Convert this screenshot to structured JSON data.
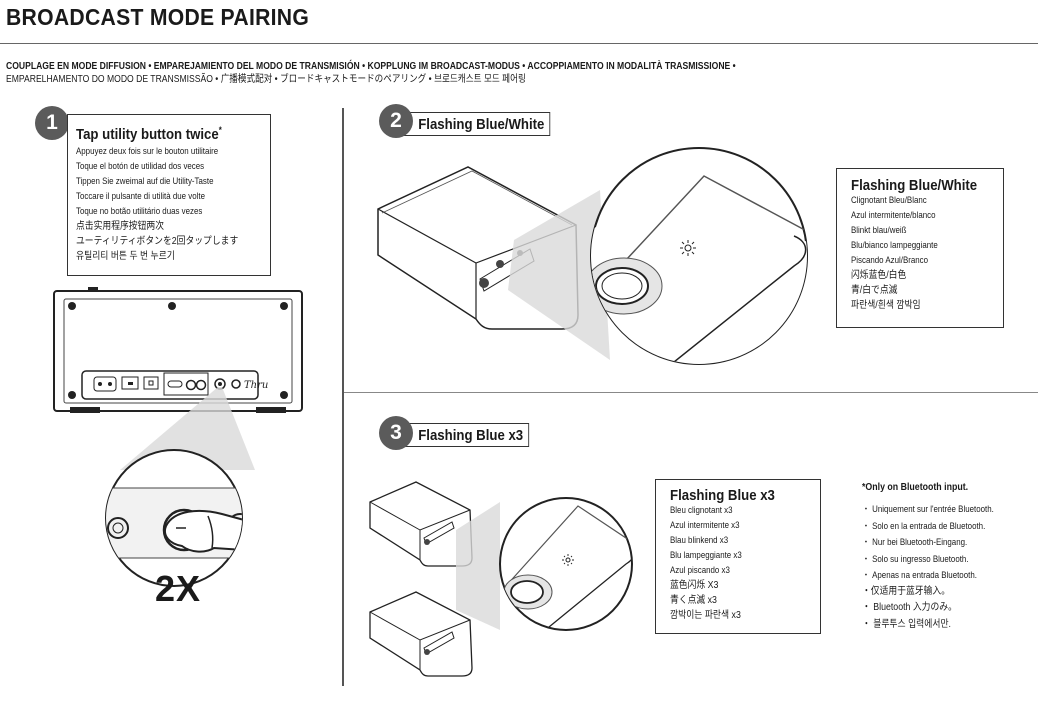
{
  "page": {
    "title": "BROADCAST MODE PAIRING",
    "subtitle_line1": "COUPLAGE EN MODE DIFFUSION  •  EMPAREJAMIENTO DEL MODO DE TRANSMISIÓN  •  KOPPLUNG IM BROADCAST-MODUS  •  ACCOPPIAMENTO IN MODALITÀ TRASMISSIONE  •",
    "subtitle_line2": "EMPARELHAMENTO DO MODO DE TRANSMISSÃO •  广播模式配对  •  ブロードキャストモードのペアリング • 브로드캐스트 모드 페어링"
  },
  "step1": {
    "number": "1",
    "heading": "Tap utility button twice",
    "heading_mark": "*",
    "lines": [
      "Appuyez deux fois sur le bouton utilitaire",
      "Toque el botón de utilidad dos veces",
      "Tippen Sie zweimal auf die Utility-Taste",
      "Toccare il pulsante di utilità due volte",
      "Toque no botão utilitário duas vezes",
      "点击实用程序按钮两次",
      "ユーティリティボタンを2回タップします",
      "유틸리티 버튼 두 번 누르기"
    ],
    "tap_count": "2X",
    "port_labels": [
      "Thru"
    ]
  },
  "step2": {
    "number": "2",
    "label": "Flashing Blue/White",
    "box_heading": "Flashing Blue/White",
    "lines": [
      "Clignotant Bleu/Blanc",
      "Azul intermitente/blanco",
      "Blinkt blau/weiß",
      "Blu/bianco lampeggiante",
      "Piscando Azul/Branco",
      "闪烁蓝色/白色",
      "青/白で点滅",
      "파란색/흰색 깜박임"
    ]
  },
  "step3": {
    "number": "3",
    "label": "Flashing Blue x3",
    "box_heading": "Flashing Blue x3",
    "lines": [
      "Bleu clignotant x3",
      "Azul intermitente x3",
      "Blau blinkend x3",
      "Blu lampeggiante x3",
      "Azul piscando x3",
      "蓝色闪烁 X3",
      "青く点滅 x3",
      "깜박이는 파란색 x3"
    ]
  },
  "note": {
    "heading": "*Only on Bluetooth input.",
    "lines": [
      "・ Uniquement sur l'entrée Bluetooth.",
      "・ Solo en la entrada de Bluetooth.",
      "・ Nur bei Bluetooth-Eingang.",
      "・ Solo su ingresso Bluetooth.",
      "・ Apenas na entrada Bluetooth.",
      "・仅适用于蓝牙输入。",
      "・ Bluetooth 入力のみ。",
      "・ 블루투스 입력에서만."
    ]
  },
  "icons": {
    "led": "led-flash-icon",
    "power": "power-socket-icon",
    "hand": "finger-tap-icon"
  }
}
